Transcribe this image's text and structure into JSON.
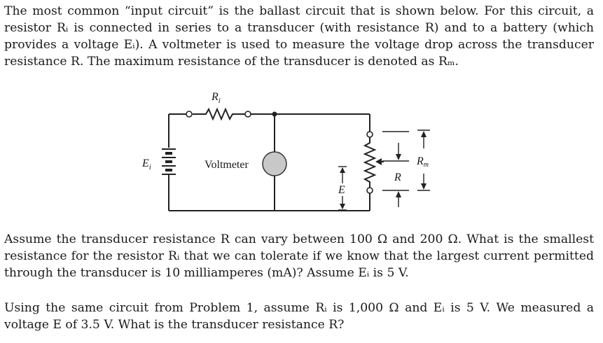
{
  "problem_intro": "The most common “input circuit” is the ballast circuit that is shown below. For this circuit, a resistor Rᵢ is connected in series to a transducer (with resistance R) and to a battery (which provides a voltage Eᵢ). A voltmeter is used to measure the voltage drop across the transducer resistance R. The maximum resistance of the transducer is denoted as Rₘ.",
  "figure": {
    "label_ri": "R",
    "label_ri_sub": "i",
    "label_ei": "E",
    "label_ei_sub": "i",
    "label_voltmeter": "Voltmeter",
    "label_e": "E",
    "label_r": "R",
    "label_rm": "R",
    "label_rm_sub": "m"
  },
  "problem_1": "Assume the transducer resistance R can vary between 100 Ω and 200 Ω. What is the smallest resistance for the resistor Rᵢ that we can tolerate if we know that the largest current permitted through the transducer is 10 milliamperes (mA)? Assume Eᵢ is 5 V.",
  "problem_2": "Using the same circuit from Problem 1, assume Rᵢ is 1,000 Ω and Eᵢ is 5 V. We measured a voltage E of 3.5 V. What is the transducer resistance R?"
}
